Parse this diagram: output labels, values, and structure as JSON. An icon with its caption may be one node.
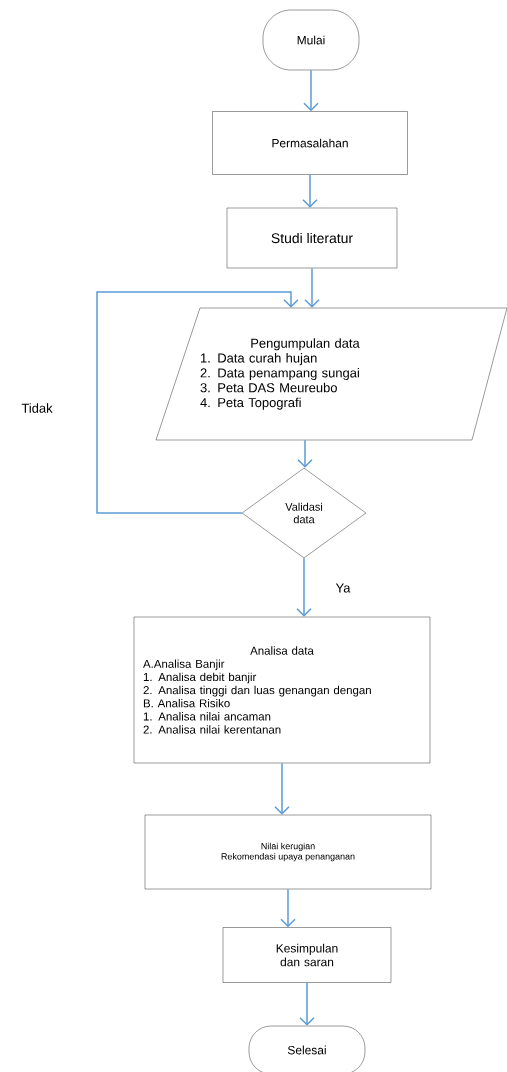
{
  "diagram": {
    "nodes": [
      {
        "text": [
          "Mulai"
        ]
      },
      {
        "text": [
          "Permasalahan"
        ]
      },
      {
        "text": [
          "Studi literatur"
        ]
      },
      {
        "text": [
          "Pengumpulan data",
          "1. Data curah hujan",
          "2. Data penampang sungai",
          "3. Peta DAS Meureubo",
          "4. Peta Topografi"
        ]
      },
      {
        "text": [
          "Validasi data"
        ]
      },
      {
        "text": [
          "Analisa data",
          "A.Analisa Banjir",
          "1. Analisa debit banjir",
          "2. Analisa tinggi dan luas genangan dengan",
          "B. Analisa Risiko",
          "1. Analisa nilai ancaman",
          "2. Analisa nilai kerentanan"
        ]
      },
      {
        "text": [
          "Nilai kerugian",
          "Rekomendasi upaya penanganan"
        ]
      },
      {
        "text": [
          "Kesimpulan dan saran"
        ]
      },
      {
        "text": [
          "Selesai"
        ]
      }
    ],
    "edges": [
      {
        "from": 0,
        "to": 1,
        "arrow": "to"
      },
      {
        "from": 1,
        "to": 2,
        "arrow": "to"
      },
      {
        "from": 2,
        "to": 3,
        "arrow": "to"
      },
      {
        "from": 3,
        "to": 4,
        "arrow": "to"
      },
      {
        "from": 4,
        "to": 5,
        "arrow": "to",
        "label": "Ya"
      },
      {
        "from": 5,
        "to": 6,
        "arrow": "to"
      },
      {
        "from": 6,
        "to": 7,
        "arrow": "to"
      },
      {
        "from": 7,
        "to": 8,
        "arrow": "to"
      },
      {
        "from": 4,
        "to": 3,
        "arrow": "to",
        "label": "Tidak"
      }
    ]
  }
}
